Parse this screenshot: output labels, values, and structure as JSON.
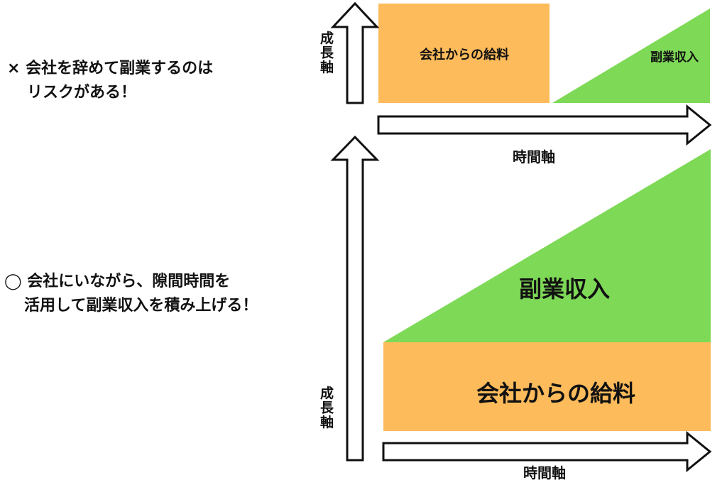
{
  "scenario_bad": {
    "line1": "× 会社を辞めて副業するのは",
    "line2": "リスクがある！",
    "salary_label": "会社からの給料",
    "side_income_label": "副業収入",
    "y_axis_label": "成長軸",
    "x_axis_label": "時間軸"
  },
  "scenario_good": {
    "line1": "◯ 会社にいながら、隙間時間を",
    "line2": "活用して副業収入を積み上げる！",
    "salary_label": "会社からの給料",
    "side_income_label": "副業収入",
    "y_axis_label": "成長軸",
    "x_axis_label": "時間軸"
  },
  "colors": {
    "salary": "#FDBB5B",
    "side_income": "#7ED957",
    "arrow_stroke": "#111111",
    "arrow_fill": "#ffffff"
  }
}
